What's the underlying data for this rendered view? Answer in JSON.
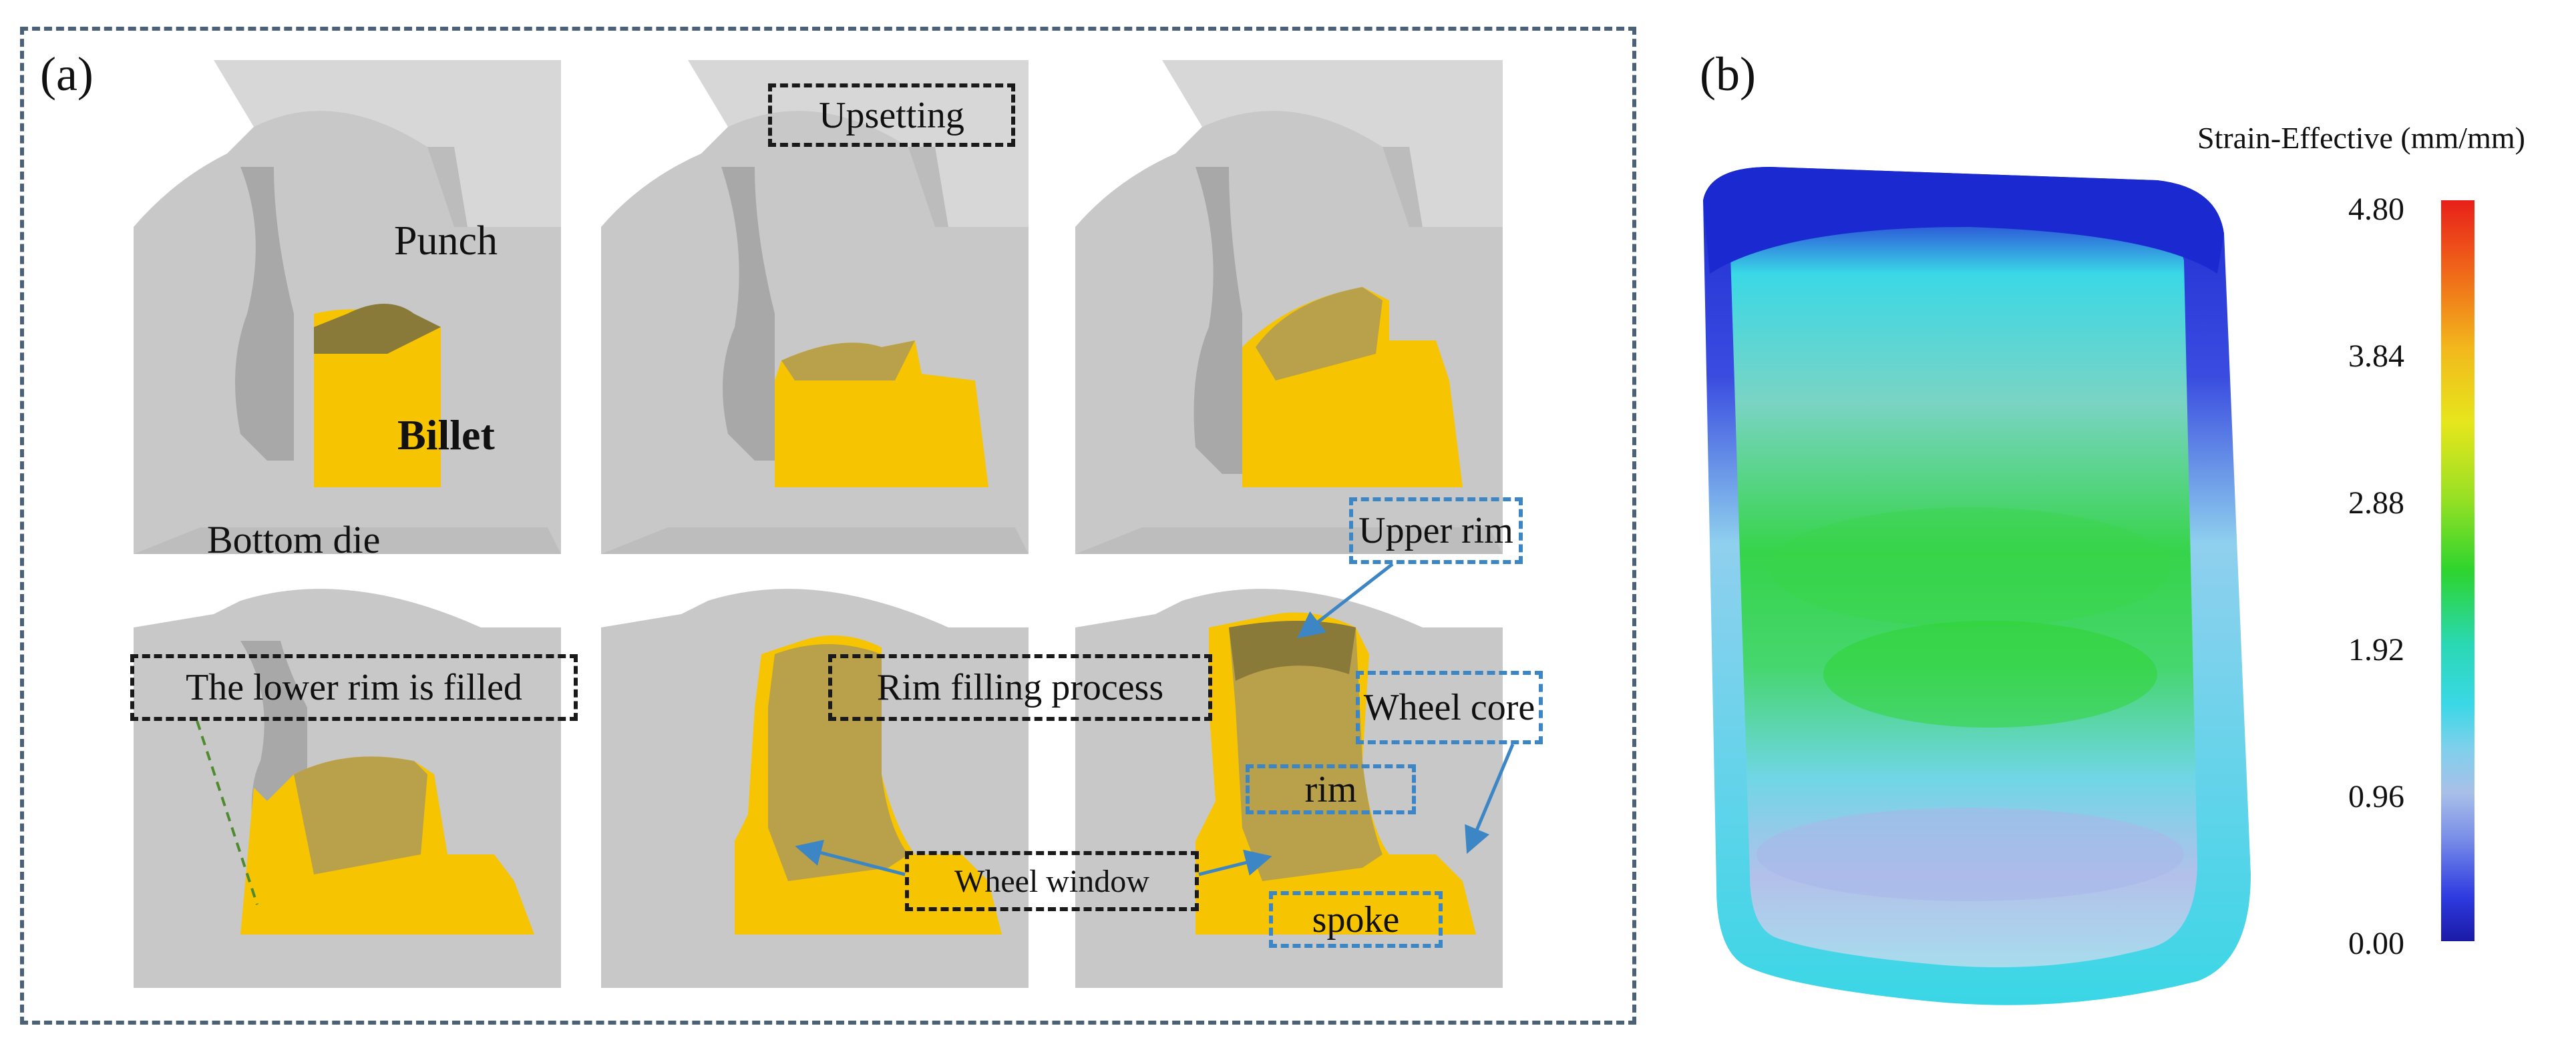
{
  "panel_a": {
    "label": "(a)",
    "labels": {
      "punch": "Punch",
      "billet": "Billet",
      "bottom_die": "Bottom die"
    },
    "callouts": {
      "upsetting": "Upsetting",
      "lower_rim": "The lower rim is filled",
      "rim_filling": "Rim filling process",
      "wheel_window": "Wheel window",
      "upper_rim": "Upper rim",
      "wheel_core": "Wheel core",
      "rim": "rim",
      "spoke": "spoke"
    }
  },
  "panel_b": {
    "label": "(b)",
    "legend_title": "Strain-Effective (mm/mm)",
    "scale_ticks": [
      "4.80",
      "3.84",
      "2.88",
      "1.92",
      "0.96",
      "0.00"
    ],
    "scale_min": 0.0,
    "scale_max": 4.8
  },
  "colors": {
    "die_gray": "#c8c8c8",
    "die_dark": "#9a9a9a",
    "billet_yellow": "#f6c400",
    "billet_inner": "#b9a04a",
    "black_box": "#1a1a1a",
    "blue_box": "#3d86c6",
    "border": "#4a6178"
  }
}
